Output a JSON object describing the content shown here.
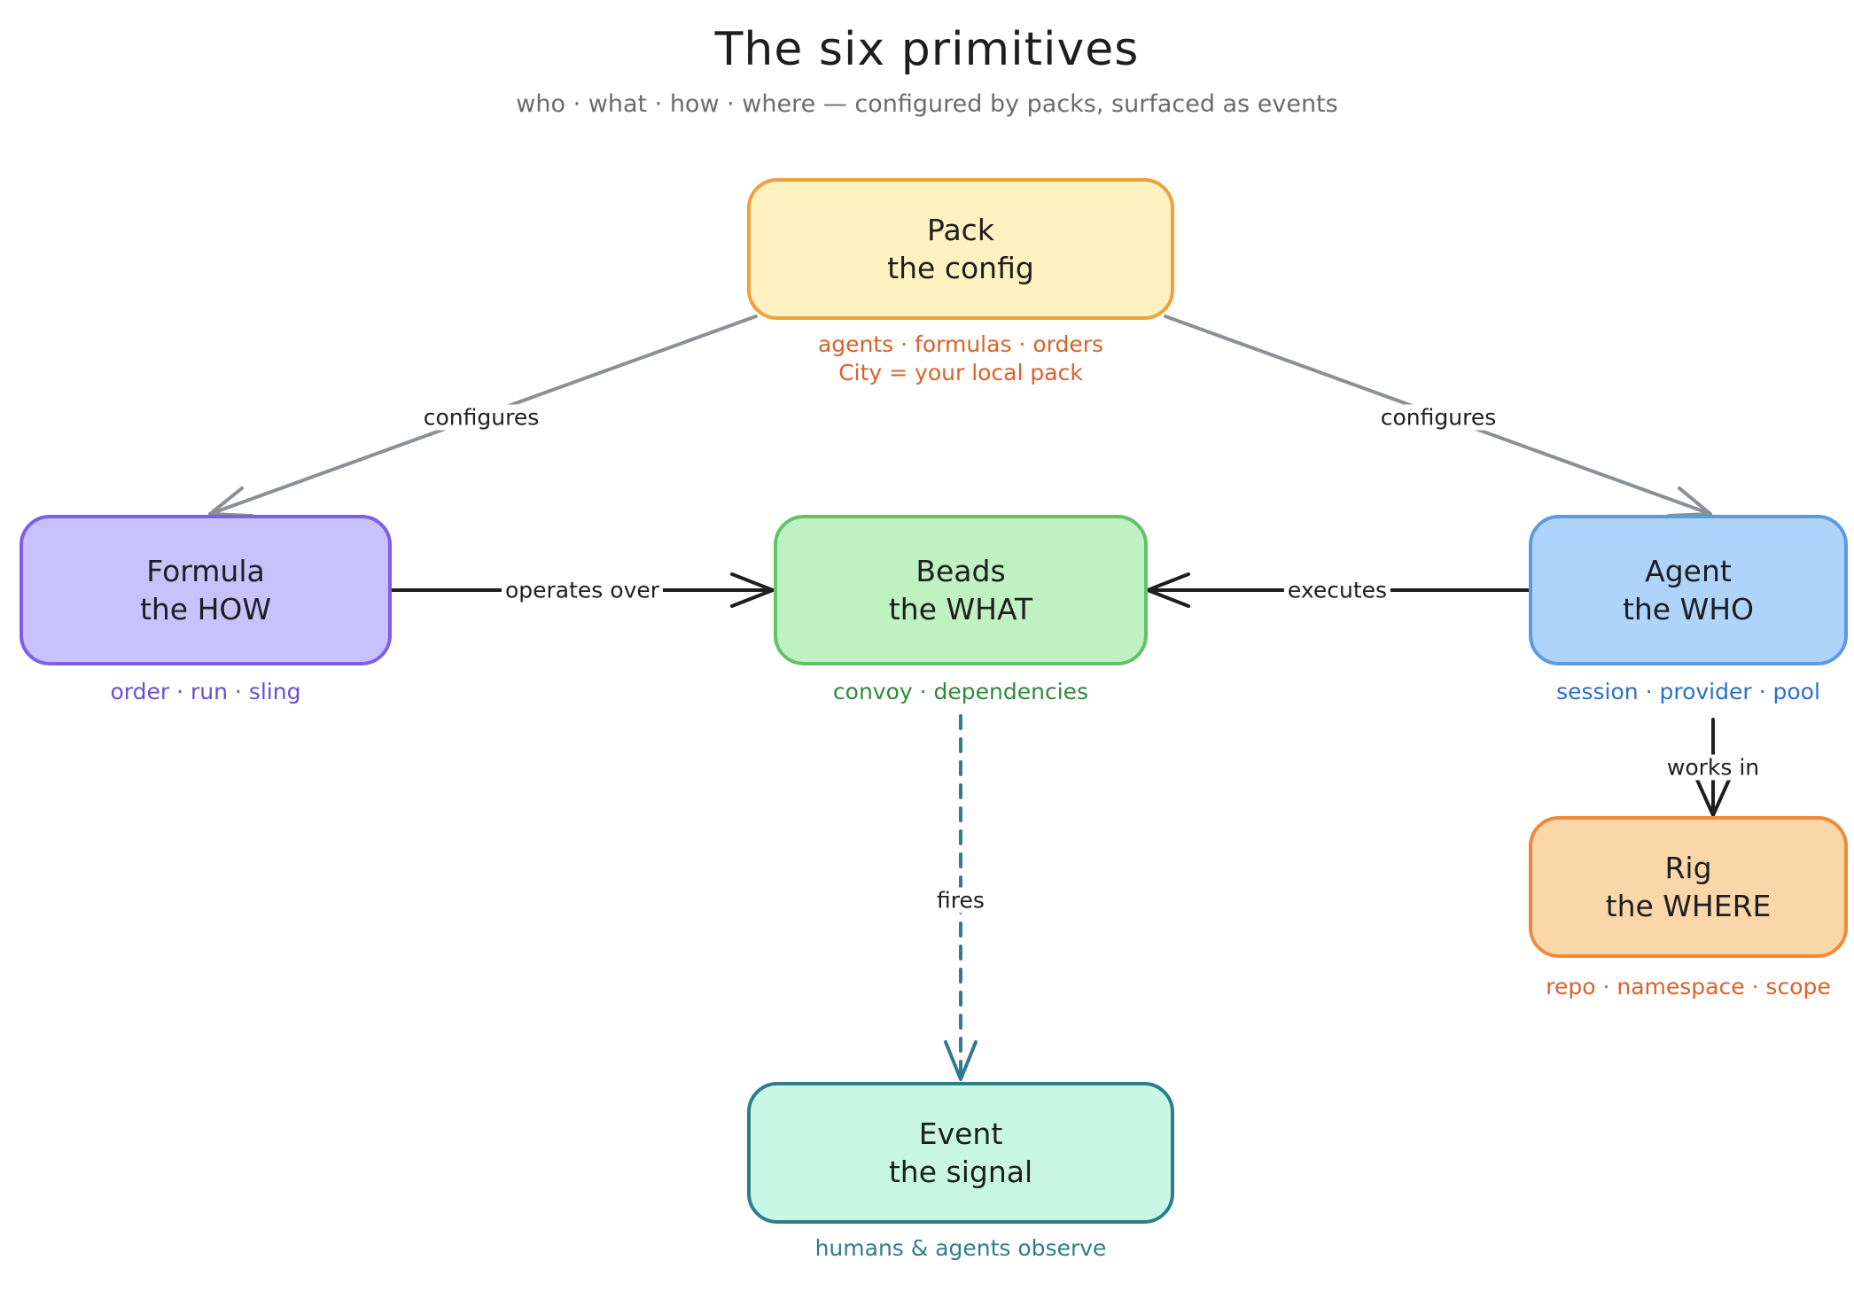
{
  "title": "The six primitives",
  "subtitle": "who · what · how · where — configured by packs, surfaced as events",
  "nodes": {
    "pack": {
      "name": "Pack",
      "role": "the config",
      "caption_lines": [
        "agents · formulas · orders",
        "City = your local pack"
      ],
      "fill": "#fdf2c0",
      "stroke": "#f0a03c",
      "caption_color": "#d9622b"
    },
    "formula": {
      "name": "Formula",
      "role": "the HOW",
      "caption_lines": [
        "order · run · sling"
      ],
      "fill": "#c9c1fb",
      "stroke": "#7d5fe8",
      "caption_color": "#6a4fd6"
    },
    "beads": {
      "name": "Beads",
      "role": "the WHAT",
      "caption_lines": [
        "convoy · dependencies"
      ],
      "fill": "#bff1c2",
      "stroke": "#5ec465",
      "caption_color": "#2f8a3a"
    },
    "agent": {
      "name": "Agent",
      "role": "the WHO",
      "caption_lines": [
        "session · provider · pool"
      ],
      "fill": "#aed4fb",
      "stroke": "#5a9be3",
      "caption_color": "#2d6fc4"
    },
    "rig": {
      "name": "Rig",
      "role": "the WHERE",
      "caption_lines": [
        "repo · namespace · scope"
      ],
      "fill": "#fad7a9",
      "stroke": "#ee8a3c",
      "caption_color": "#d9622b"
    },
    "event": {
      "name": "Event",
      "role": "the signal",
      "caption_lines": [
        "humans & agents observe"
      ],
      "fill": "#c9f7e6",
      "stroke": "#2f7d8c",
      "caption_color": "#2f7d8c"
    }
  },
  "edges": {
    "pack_formula": {
      "label": "configures"
    },
    "pack_agent": {
      "label": "configures"
    },
    "formula_beads": {
      "label": "operates over"
    },
    "agent_beads": {
      "label": "executes"
    },
    "agent_rig": {
      "label": "works in"
    },
    "beads_event": {
      "label": "fires"
    }
  },
  "colors": {
    "edge_gray": "#8a9096",
    "edge_dark": "#1e1e1e",
    "edge_teal": "#2f7d8c"
  }
}
